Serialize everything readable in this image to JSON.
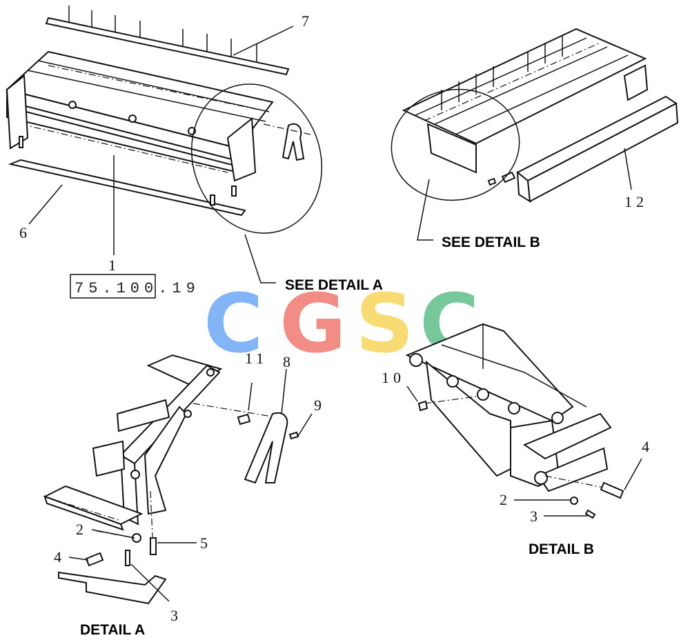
{
  "callouts": {
    "c1": "1",
    "c2a": "2",
    "c2b": "2",
    "c3a": "3",
    "c3b": "3",
    "c4a": "4",
    "c4b": "4",
    "c5": "5",
    "c6": "6",
    "c7": "7",
    "c8": "8",
    "c9": "9",
    "c10": "10",
    "c11": "11",
    "c12": "12"
  },
  "reference_box": "75.100.19",
  "captions": {
    "see_detail_a": "SEE DETAIL A",
    "see_detail_b": "SEE DETAIL B",
    "detail_a": "DETAIL A",
    "detail_b": "DETAIL B"
  },
  "watermark": {
    "letters": [
      "C",
      "G",
      "S",
      "C"
    ],
    "colors": [
      "#6ea8f5",
      "#f07a72",
      "#f7d55a",
      "#5fbf8a"
    ]
  }
}
